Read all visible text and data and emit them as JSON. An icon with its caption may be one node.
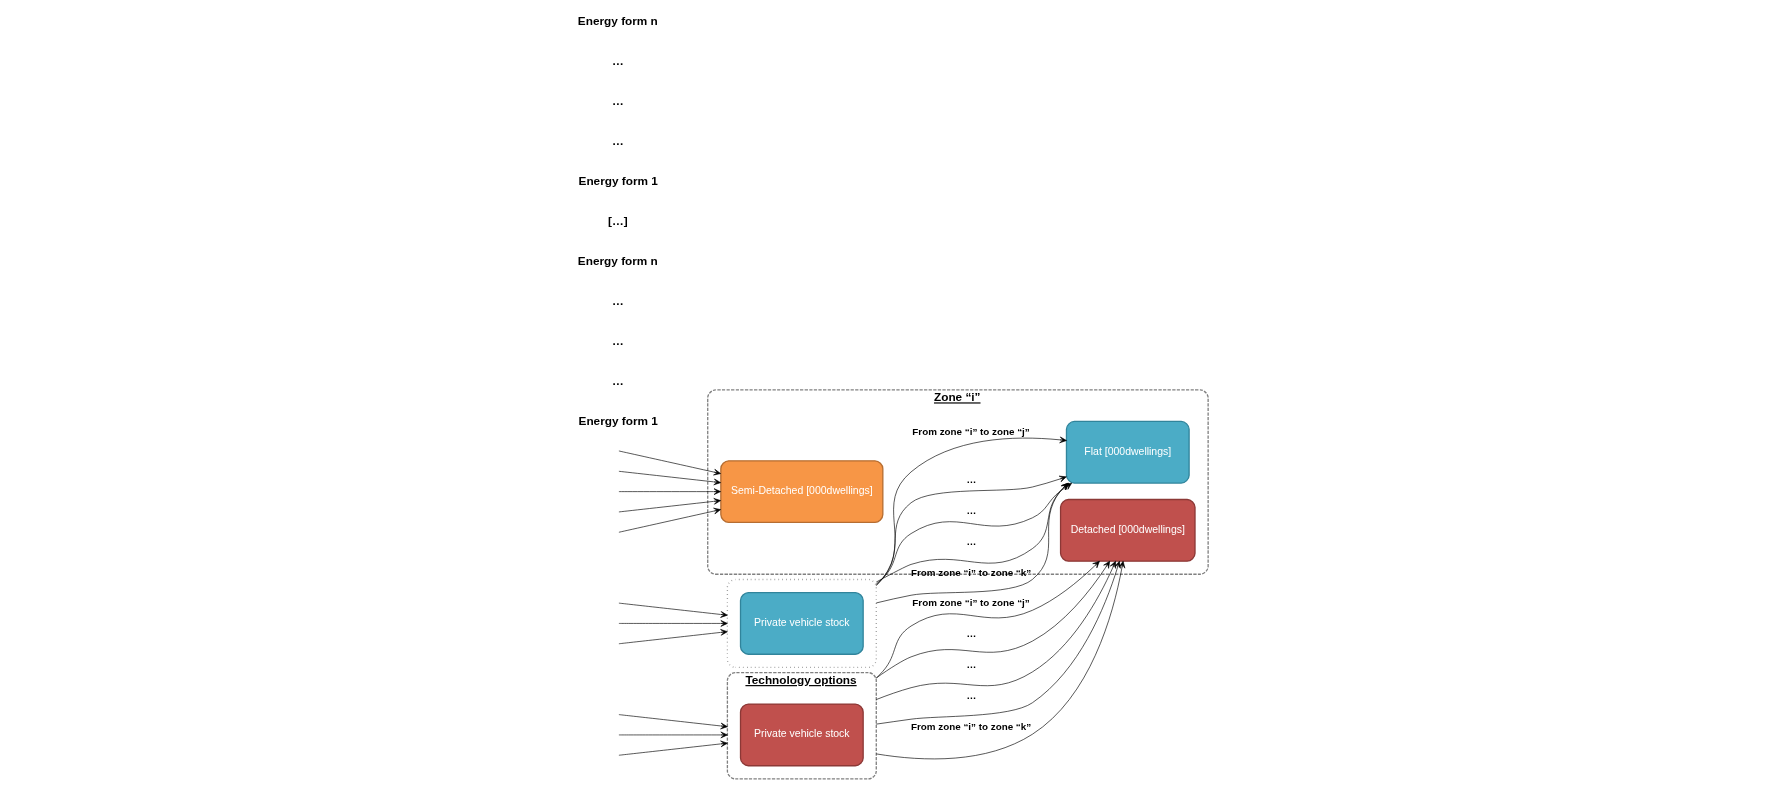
{
  "diagram": {
    "nodes": [
      {
        "text": [
          "Technology options"
        ]
      },
      {
        "text": [
          "Private vehicle stock"
        ],
        "in": 0
      },
      {
        "text": [],
        "shape": "box"
      },
      {
        "text": [
          "Private vehicle stock"
        ],
        "in": 2
      },
      {
        "text": [
          "Zone “i”"
        ]
      },
      {
        "text": [
          "Detached [000dwellings]"
        ],
        "in": 4
      },
      {
        "text": [
          "Semi-Detached [000dwellings]"
        ],
        "in": 4
      },
      {
        "text": [
          "Flat [000dwellings]"
        ],
        "in": 4
      }
    ],
    "edges": [
      {
        "from": null,
        "to": 0,
        "arrow": "to"
      },
      {
        "from": null,
        "to": 0,
        "arrow": "to"
      },
      {
        "from": null,
        "to": 0,
        "arrow": "to"
      },
      {
        "from": 0,
        "to": 5,
        "arrow": "to",
        "label": "From zone “i” to zone “j”"
      },
      {
        "from": 0,
        "to": 5,
        "arrow": "to",
        "label": "…"
      },
      {
        "from": 0,
        "to": 5,
        "arrow": "to",
        "label": "…"
      },
      {
        "from": 0,
        "to": 5,
        "arrow": "to",
        "label": "…"
      },
      {
        "from": 0,
        "to": 5,
        "arrow": "to",
        "label": "From zone “i” to zone “k”"
      },
      {
        "from": null,
        "to": 6,
        "arrow": "to"
      },
      {
        "from": null,
        "to": 6,
        "arrow": "to"
      },
      {
        "from": null,
        "to": 6,
        "arrow": "to"
      },
      {
        "from": null,
        "to": 6,
        "arrow": "to"
      },
      {
        "from": null,
        "to": 6,
        "arrow": "to"
      },
      {
        "from": null,
        "to": 2,
        "arrow": "to"
      },
      {
        "from": null,
        "to": 2,
        "arrow": "to"
      },
      {
        "from": null,
        "to": 2,
        "arrow": "to"
      },
      {
        "from": 2,
        "to": 7,
        "arrow": "to",
        "label": "From zone “i” to zone “j”"
      },
      {
        "from": 2,
        "to": 7,
        "arrow": "to",
        "label": "…"
      },
      {
        "from": 2,
        "to": 7,
        "arrow": "to",
        "label": "…"
      },
      {
        "from": 2,
        "to": 7,
        "arrow": "to",
        "label": "…"
      },
      {
        "from": 2,
        "to": 7,
        "arrow": "to",
        "label": "From zone “i” to zone “k”"
      }
    ],
    "labels": [
      "Energy form 1",
      "…",
      "…",
      "…",
      "Energy form n",
      "[…]",
      "Energy form 1",
      "…",
      "…",
      "…",
      "Energy form n"
    ]
  }
}
